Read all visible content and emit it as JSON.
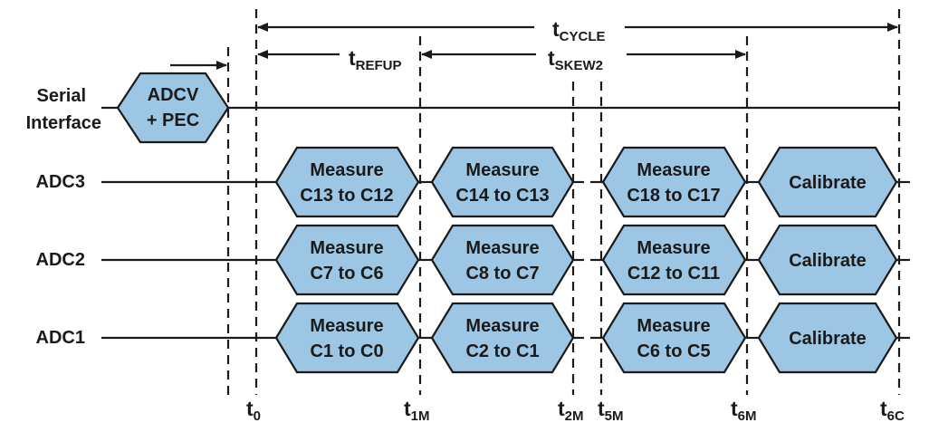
{
  "rows": {
    "serial": {
      "line1": "Serial",
      "line2": "Interface"
    },
    "adc3": "ADC3",
    "adc2": "ADC2",
    "adc1": "ADC1"
  },
  "blocks": {
    "adcv": {
      "line1": "ADCV",
      "line2": "+ PEC"
    },
    "adc3": [
      {
        "line1": "Measure",
        "line2": "C13 to C12"
      },
      {
        "line1": "Measure",
        "line2": "C14 to C13"
      },
      {
        "line1": "Measure",
        "line2": "C18 to C17"
      },
      {
        "line1": "Calibrate",
        "line2": ""
      }
    ],
    "adc2": [
      {
        "line1": "Measure",
        "line2": "C7 to C6"
      },
      {
        "line1": "Measure",
        "line2": "C8 to C7"
      },
      {
        "line1": "Measure",
        "line2": "C12 to C11"
      },
      {
        "line1": "Calibrate",
        "line2": ""
      }
    ],
    "adc1": [
      {
        "line1": "Measure",
        "line2": "C1 to C0"
      },
      {
        "line1": "Measure",
        "line2": "C2 to C1"
      },
      {
        "line1": "Measure",
        "line2": "C6 to C5"
      },
      {
        "line1": "Calibrate",
        "line2": ""
      }
    ]
  },
  "spans": {
    "cycle": {
      "main": "t",
      "sub": "CYCLE"
    },
    "refup": {
      "main": "t",
      "sub": "REFUP"
    },
    "skew2": {
      "main": "t",
      "sub": "SKEW2"
    }
  },
  "time_markers": [
    {
      "main": "t",
      "sub": "0"
    },
    {
      "main": "t",
      "sub": "1M"
    },
    {
      "main": "t",
      "sub": "2M"
    },
    {
      "main": "t",
      "sub": "5M"
    },
    {
      "main": "t",
      "sub": "6M"
    },
    {
      "main": "t",
      "sub": "6C"
    }
  ]
}
